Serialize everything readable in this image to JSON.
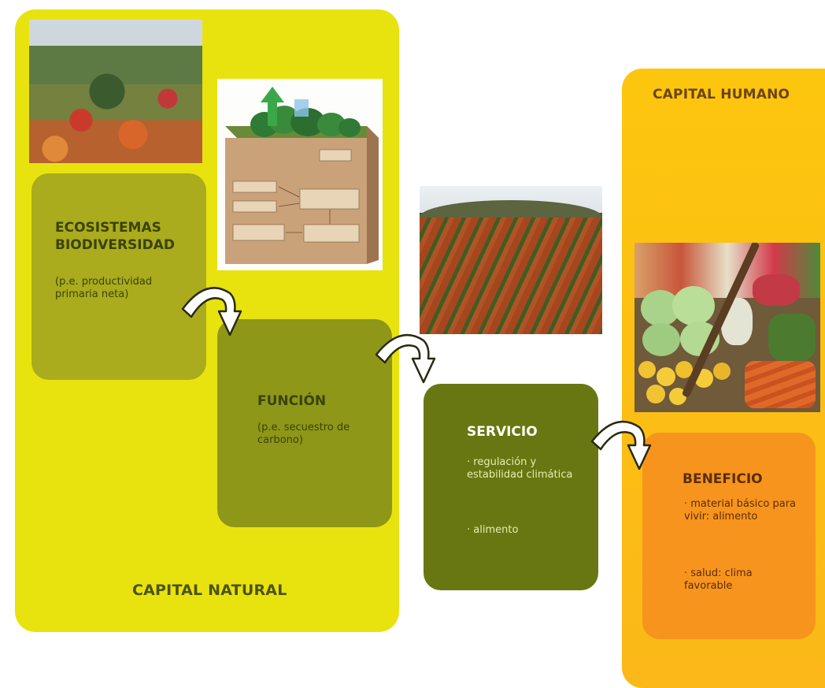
{
  "panels": {
    "natural": "CAPITAL NATURAL",
    "humano": "CAPITAL HUMANO"
  },
  "boxes": {
    "ecosistemas": {
      "title_line1": "ECOSISTEMAS",
      "title_line2": "BIODIVERSIDAD",
      "text": "(p.e. productividad primaria neta)"
    },
    "funcion": {
      "title": "FUNCIÓN",
      "text": "(p.e. secuestro de carbono)"
    },
    "servicio": {
      "title": "SERVICIO",
      "bullet1": "· regulación y estabilidad climática",
      "bullet2": "· alimento"
    },
    "beneficio": {
      "title": "BENEFICIO",
      "bullet1": "· material básico para vivir: alimento",
      "bullet2": "· salud: clima favorable"
    }
  },
  "colors": {
    "natural_panel": "#e8e30e",
    "humano_panel": "#fdc60e",
    "ecosistemas_box": "#aaab1d",
    "funcion_box": "#8e9717",
    "servicio_box": "#687711",
    "beneficio_box": "#f7941d"
  },
  "icons": {
    "arrow": "curved-arrow-icon"
  }
}
